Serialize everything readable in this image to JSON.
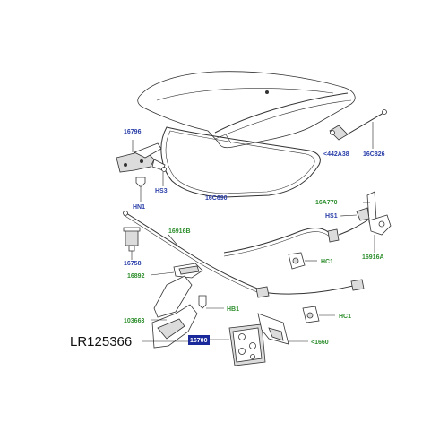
{
  "reference": "LR125366",
  "highlighted_label": "16700",
  "labels": {
    "hinge": "16796",
    "hs_hinge": "HS3",
    "hn1": "HN1",
    "seal": "16C690",
    "gas_strut_clip": "<442A38",
    "gas_strut": "16C826",
    "bracket": "16A770",
    "hs_bracket": "HS1",
    "release_lever": "16916A",
    "cable": "16916B",
    "bump_stop": "16758",
    "handle": "16892",
    "hc1_upper": "HC1",
    "hb1": "HB1",
    "plate": "103663",
    "hc1_lower": "HC1",
    "striker": "<1660"
  },
  "colors": {
    "blue_label": "#2a3ea8",
    "green_label": "#2f8f2f",
    "highlight_bg": "#1a2a9a"
  }
}
